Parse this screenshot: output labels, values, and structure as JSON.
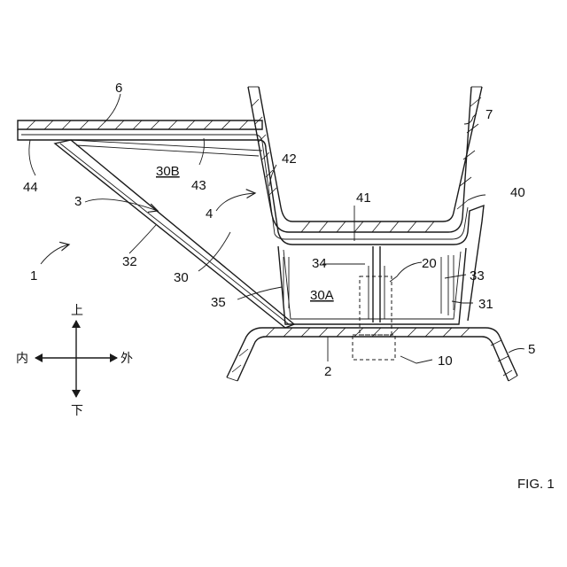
{
  "figure_label": "FIG. 1",
  "labels": {
    "l1": "1",
    "l2": "2",
    "l3": "3",
    "l4": "4",
    "l5": "5",
    "l6": "6",
    "l7": "7",
    "l10": "10",
    "l20": "20",
    "l30": "30",
    "l30A": "30A",
    "l30B": "30B",
    "l31": "31",
    "l32": "32",
    "l33": "33",
    "l34": "34",
    "l35": "35",
    "l40": "40",
    "l41": "41",
    "l42": "42",
    "l43": "43",
    "l44": "44"
  },
  "directions": {
    "up": "上",
    "down": "下",
    "inner": "内",
    "outer": "外"
  }
}
